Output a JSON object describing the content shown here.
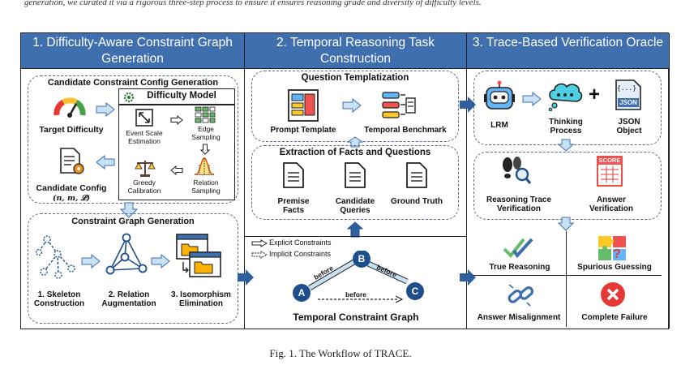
{
  "header_text": "generation, we curated it via a rigorous three-step process to ensure it ensures reasoning grade and diversity of difficulty levels.",
  "panel1": {
    "title": "1. Difficulty-Aware Constraint Graph Generation",
    "config_box_title": "Candidate Constraint Config Generation",
    "target_difficulty": "Target Difficulty",
    "candidate_config": "Candidate Config",
    "candidate_config_params": "(n, m, 𝓛)",
    "difficulty_model_title": "Difficulty Model",
    "event_scale": "Event Scale Estimation",
    "edge_sampling": "Edge Sampling",
    "greedy_calibration": "Greedy Calibration",
    "relation_sampling": "Relation Sampling",
    "graph_box_title": "Constraint Graph Generation",
    "skeleton": "1. Skeleton Construction",
    "relation_aug": "2. Relation Augmentation",
    "isomorphism": "3. Isomorphism Elimination"
  },
  "panel2": {
    "title": "2. Temporal Reasoning Task Construction",
    "templ_title": "Question Templatization",
    "prompt_template": "Prompt Template",
    "temporal_benchmark": "Temporal Benchmark",
    "extract_title": "Extraction of Facts and Questions",
    "premise_facts": "Premise Facts",
    "candidate_queries": "Candidate Queries",
    "ground_truth": "Ground Truth",
    "legend_explicit": "Explicit Constraints",
    "legend_implicit": "Implicit Constraints",
    "node_a": "A",
    "node_b": "B",
    "node_c": "C",
    "edge_label": "before",
    "graph_caption": "Temporal Constraint Graph"
  },
  "panel3": {
    "title": "3. Trace-Based Verification Oracle",
    "lrm": "LRM",
    "thinking_process": "Thinking Process",
    "plus": "+",
    "json_object": "JSON Object",
    "json_badge": "JSON",
    "json_braces": "{...}",
    "reasoning_trace": "Reasoning Trace Verification",
    "answer_verification": "Answer Verification",
    "score_badge": "SCORE",
    "true_reasoning": "True Reasoning",
    "spurious_guessing": "Spurious Guessing",
    "answer_misalignment": "Answer Misalignment",
    "complete_failure": "Complete Failure"
  },
  "caption": "Fig. 1.  The Workflow of TRACE.",
  "colors": {
    "title_bar": "#3f6fae",
    "arrow_fill": "#c8e2f4",
    "arrow_stroke": "#3f6fae",
    "node_fill": "#1f4e8c",
    "failure_red": "#e53935"
  }
}
